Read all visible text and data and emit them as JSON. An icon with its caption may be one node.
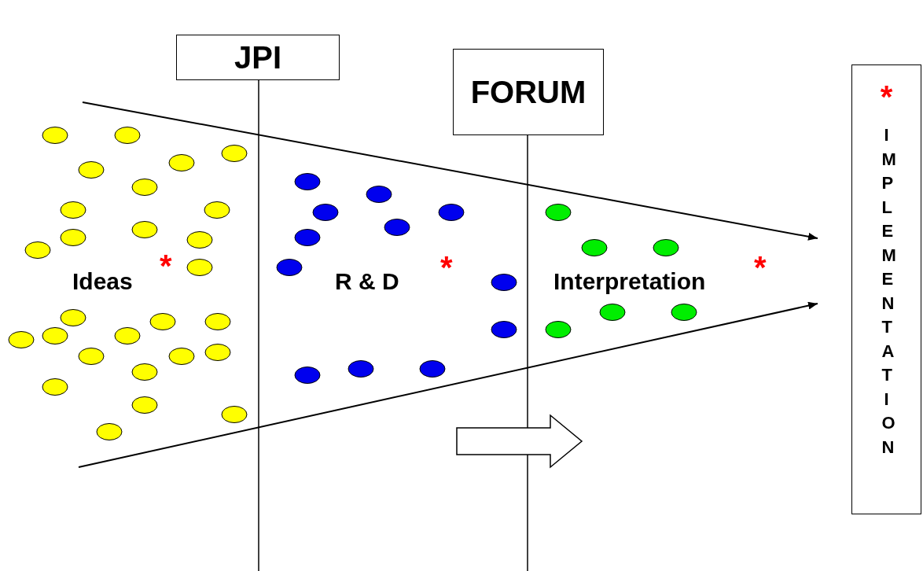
{
  "diagram": {
    "nodes": [
      {
        "text": [
          "JPI"
        ]
      },
      {
        "text": [
          "FORUM"
        ]
      },
      {
        "text": [
          "*",
          "IMPLEMENTATION"
        ]
      }
    ],
    "edges": [
      {
        "from": null,
        "to": 2,
        "arrow": "to"
      },
      {
        "from": null,
        "to": 2,
        "arrow": "to"
      }
    ],
    "labels": [
      "Ideas",
      "*",
      "R & D",
      "*",
      "Interpretation",
      "*"
    ]
  }
}
